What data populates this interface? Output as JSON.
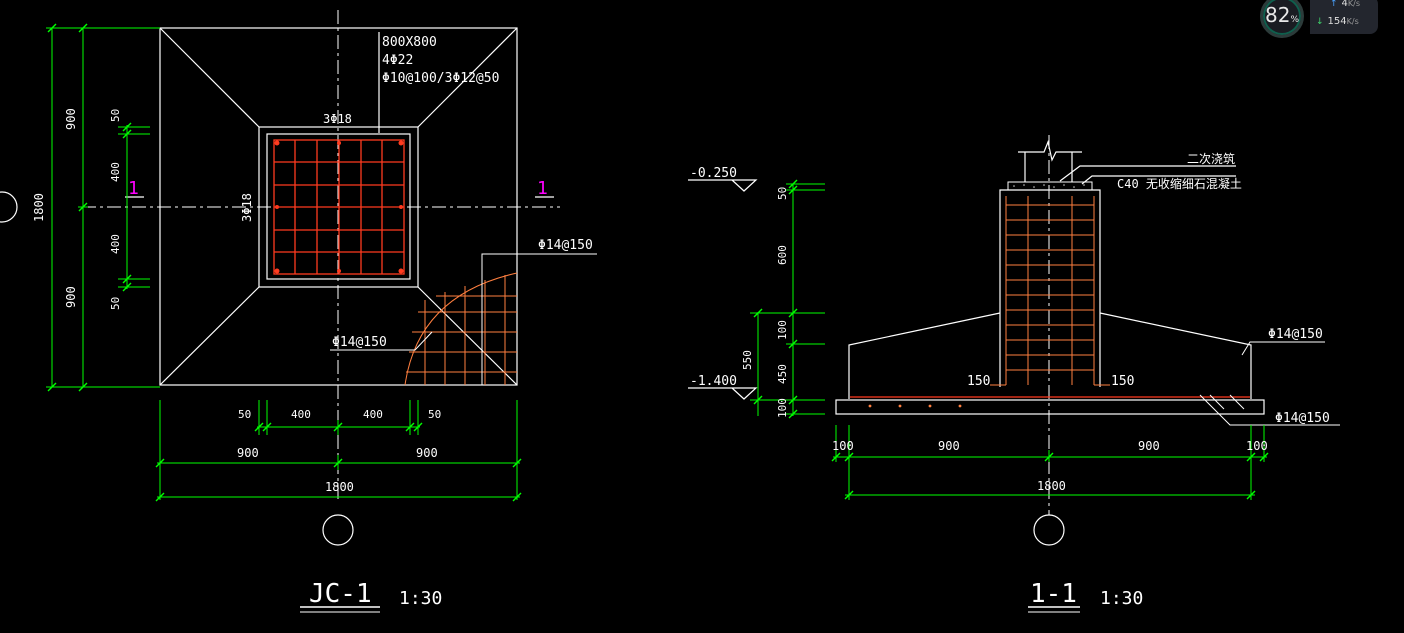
{
  "plan": {
    "top_dim": "800X800",
    "long_bars": "4Φ22",
    "stirrups": "Φ10@100/3Φ12@50",
    "top_side_bars": "3Φ18",
    "left_side_bars": "3Φ18",
    "mesh_right": "Φ14@150",
    "mesh_lower": "Φ14@150",
    "section_mark_left": "1",
    "section_mark_right": "1",
    "vdim_outer_top": "900",
    "vdim_outer_bottom": "900",
    "vdim_total": "1800",
    "vdim_inner_1": "50",
    "vdim_inner_2": "400",
    "vdim_inner_3": "400",
    "vdim_inner_4": "50",
    "hdim_1": "50",
    "hdim_2": "400",
    "hdim_3": "400",
    "hdim_4": "50",
    "hdim_half_left": "900",
    "hdim_half_right": "900",
    "hdim_total": "1800",
    "title": "JC-1",
    "scale": "1:30"
  },
  "section": {
    "elev_top": "-0.250",
    "elev_bottom": "-1.400",
    "note_grout": "二次浇筑",
    "note_concrete": "C40 无收缩细石混凝土",
    "mesh_right": "Φ14@150",
    "mesh_bottom": "Φ14@150",
    "pedestal_left": "150",
    "pedestal_right": "150",
    "vdim_1": "50",
    "vdim_2": "600",
    "vdim_3": "100",
    "vdim_4": "450",
    "vdim_5": "100",
    "vdim_550": "550",
    "hdim_1": "100",
    "hdim_2": "900",
    "hdim_3": "900",
    "hdim_4": "100",
    "hdim_total": "1800",
    "title": "1-1",
    "scale": "1:30"
  },
  "status": {
    "percent": "82",
    "percent_unit": "%",
    "up": "4",
    "up_unit": "K/s",
    "down": "154",
    "down_unit": "K/s"
  },
  "colors": {
    "background": "#000000",
    "outline": "#ffffff",
    "dimension": "#00ff00",
    "rebar": "#ff3b1f",
    "mesh": "#ff7f3f",
    "section_tag": "#ff00ff"
  }
}
